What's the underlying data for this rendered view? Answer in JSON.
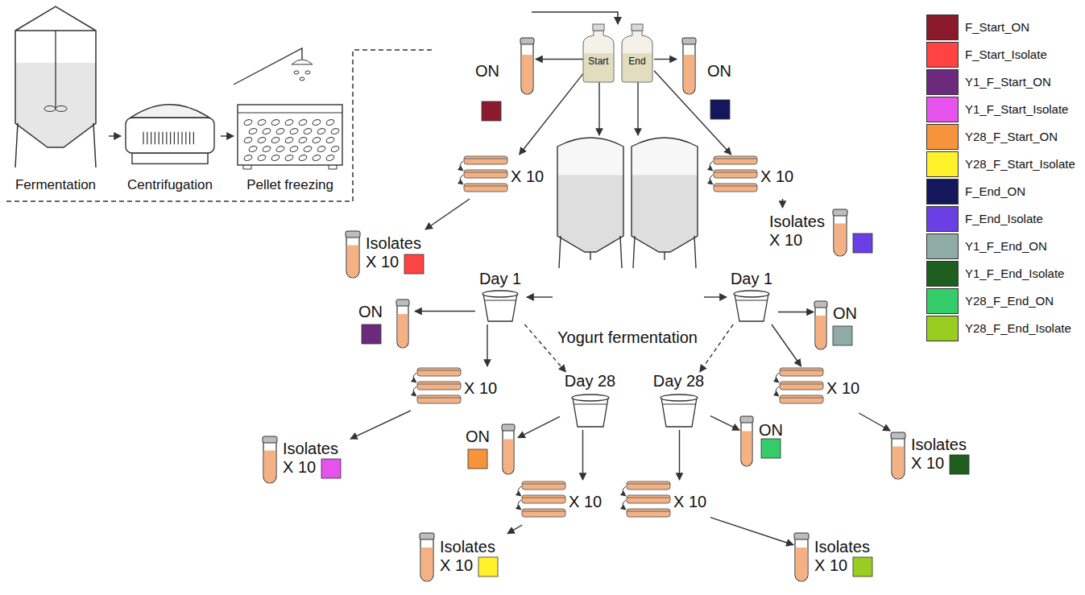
{
  "diagram": {
    "nodes": [
      {
        "text": [
          "Fermentation"
        ]
      },
      {
        "text": [
          "Centrifugation"
        ]
      },
      {
        "text": [
          "Pellet freezing"
        ]
      },
      {
        "text": [
          "Start"
        ]
      },
      {
        "text": [
          "End"
        ]
      },
      {
        "text": [
          "ON"
        ]
      },
      {
        "text": [
          "ON"
        ]
      },
      {
        "text": [
          "X 10"
        ]
      },
      {
        "text": [
          "X 10"
        ]
      },
      {
        "text": [
          "Isolates X 10"
        ]
      },
      {
        "text": [
          "Isolates X 10"
        ]
      },
      {
        "text": [
          "Yogurt fermentation"
        ]
      },
      {
        "text": [
          "Day 1"
        ]
      },
      {
        "text": [
          "Day 1"
        ]
      },
      {
        "text": [
          "ON"
        ]
      },
      {
        "text": [
          "ON"
        ]
      },
      {
        "text": [
          "X 10"
        ]
      },
      {
        "text": [
          "X 10"
        ]
      },
      {
        "text": [
          "Isolates X 10"
        ]
      },
      {
        "text": [
          "Isolates X 10"
        ]
      },
      {
        "text": [
          "Day 28"
        ]
      },
      {
        "text": [
          "Day 28"
        ]
      },
      {
        "text": [
          "ON"
        ]
      },
      {
        "text": [
          "ON"
        ]
      },
      {
        "text": [
          "X 10"
        ]
      },
      {
        "text": [
          "X 10"
        ]
      },
      {
        "text": [
          "Isolates X 10"
        ]
      },
      {
        "text": [
          "Isolates X 10"
        ]
      }
    ],
    "edges": [
      {
        "from": 0,
        "to": 1,
        "arrow": "to"
      },
      {
        "from": 1,
        "to": 2,
        "arrow": "to"
      },
      {
        "from": 3,
        "to": 5,
        "arrow": "to"
      },
      {
        "from": 3,
        "to": 7,
        "arrow": "to"
      },
      {
        "from": 3,
        "to": 11,
        "arrow": "to"
      },
      {
        "from": 4,
        "to": 6,
        "arrow": "to"
      },
      {
        "from": 4,
        "to": 8,
        "arrow": "to"
      },
      {
        "from": 4,
        "to": 11,
        "arrow": "to"
      },
      {
        "from": 7,
        "to": 9,
        "arrow": "to"
      },
      {
        "from": 8,
        "to": 10,
        "arrow": "to"
      },
      {
        "from": 11,
        "to": 12,
        "arrow": "to"
      },
      {
        "from": 11,
        "to": 13,
        "arrow": "to"
      },
      {
        "from": 12,
        "to": 14,
        "arrow": "to"
      },
      {
        "from": 12,
        "to": 16,
        "arrow": "to"
      },
      {
        "from": 12,
        "to": 20,
        "arrow": "to"
      },
      {
        "from": 13,
        "to": 15,
        "arrow": "to"
      },
      {
        "from": 13,
        "to": 17,
        "arrow": "to"
      },
      {
        "from": 13,
        "to": 21,
        "arrow": "to"
      },
      {
        "from": 16,
        "to": 18,
        "arrow": "to"
      },
      {
        "from": 17,
        "to": 19,
        "arrow": "to"
      },
      {
        "from": 20,
        "to": 22,
        "arrow": "to"
      },
      {
        "from": 20,
        "to": 24,
        "arrow": "to"
      },
      {
        "from": 21,
        "to": 23,
        "arrow": "to"
      },
      {
        "from": 21,
        "to": 25,
        "arrow": "to"
      },
      {
        "from": 24,
        "to": 26,
        "arrow": "to"
      },
      {
        "from": 25,
        "to": 27,
        "arrow": "to"
      }
    ],
    "legend": [
      {
        "text": "F_Start_ON",
        "color": "#8B1A2B"
      },
      {
        "text": "F_Start_Isolate",
        "color": "#FF4242"
      },
      {
        "text": "Y1_F_Start_ON",
        "color": "#6B2A7B"
      },
      {
        "text": "Y1_F_Start_Isolate",
        "color": "#E652EC"
      },
      {
        "text": "Y28_F_Start_ON",
        "color": "#F7933B"
      },
      {
        "text": "Y28_F_Start_Isolate",
        "color": "#FFF22B"
      },
      {
        "text": "F_End_ON",
        "color": "#15175C"
      },
      {
        "text": "F_End_Isolate",
        "color": "#6A3FE3"
      },
      {
        "text": "Y1_F_End_ON",
        "color": "#8EABA6"
      },
      {
        "text": "Y1_F_End_Isolate",
        "color": "#1E5E1E"
      },
      {
        "text": "Y28_F_End_ON",
        "color": "#35CC6A"
      },
      {
        "text": "Y28_F_End_Isolate",
        "color": "#9ACD22"
      }
    ]
  }
}
